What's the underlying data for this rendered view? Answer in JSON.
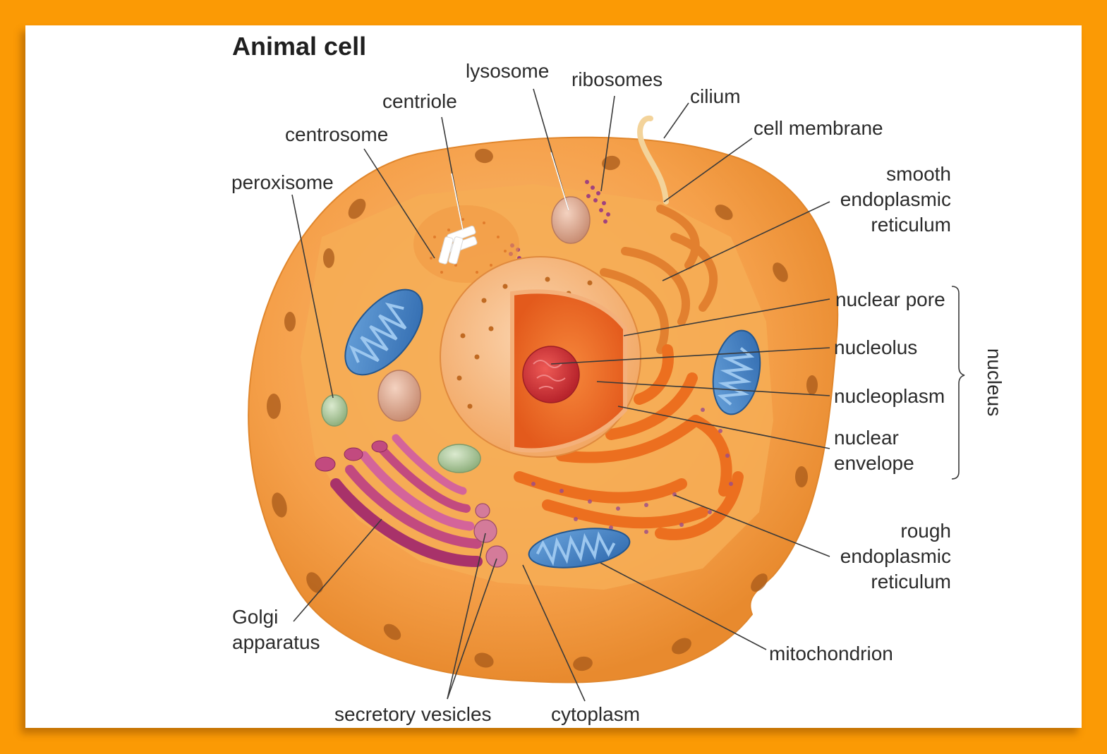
{
  "title": "Animal cell",
  "labels": {
    "lysosome": "lysosome",
    "ribosomes": "ribosomes",
    "centriole": "centriole",
    "cilium": "cilium",
    "centrosome": "centrosome",
    "cell_membrane": "cell membrane",
    "peroxisome": "peroxisome",
    "smooth_er": [
      "smooth",
      "endoplasmic",
      "reticulum"
    ],
    "nuclear_pore": "nuclear pore",
    "nucleolus": "nucleolus",
    "nucleoplasm": "nucleoplasm",
    "nuclear_envelope": [
      "nuclear",
      "envelope"
    ],
    "nucleus": "nucleus",
    "rough_er": [
      "rough",
      "endoplasmic",
      "reticulum"
    ],
    "golgi": [
      "Golgi",
      "apparatus"
    ],
    "mitochondrion": "mitochondrion",
    "secretory_vesicles": "secretory vesicles",
    "cytoplasm": "cytoplasm"
  },
  "colors": {
    "background": "#fb9a05",
    "card": "#ffffff",
    "cell_outer": "#f39a3c",
    "cytoplasm": "#f6a94c",
    "nucleus_envelope": "#f7b77b",
    "nucleoplasm": "#ee6a22",
    "nucleolus": "#d8353a",
    "mitochondrion": "#3d7fc4",
    "golgi": "#c24a7f",
    "er": "#ee7a2a",
    "lysosome": "#e6b09a",
    "peroxisome": "#a8c59a"
  }
}
